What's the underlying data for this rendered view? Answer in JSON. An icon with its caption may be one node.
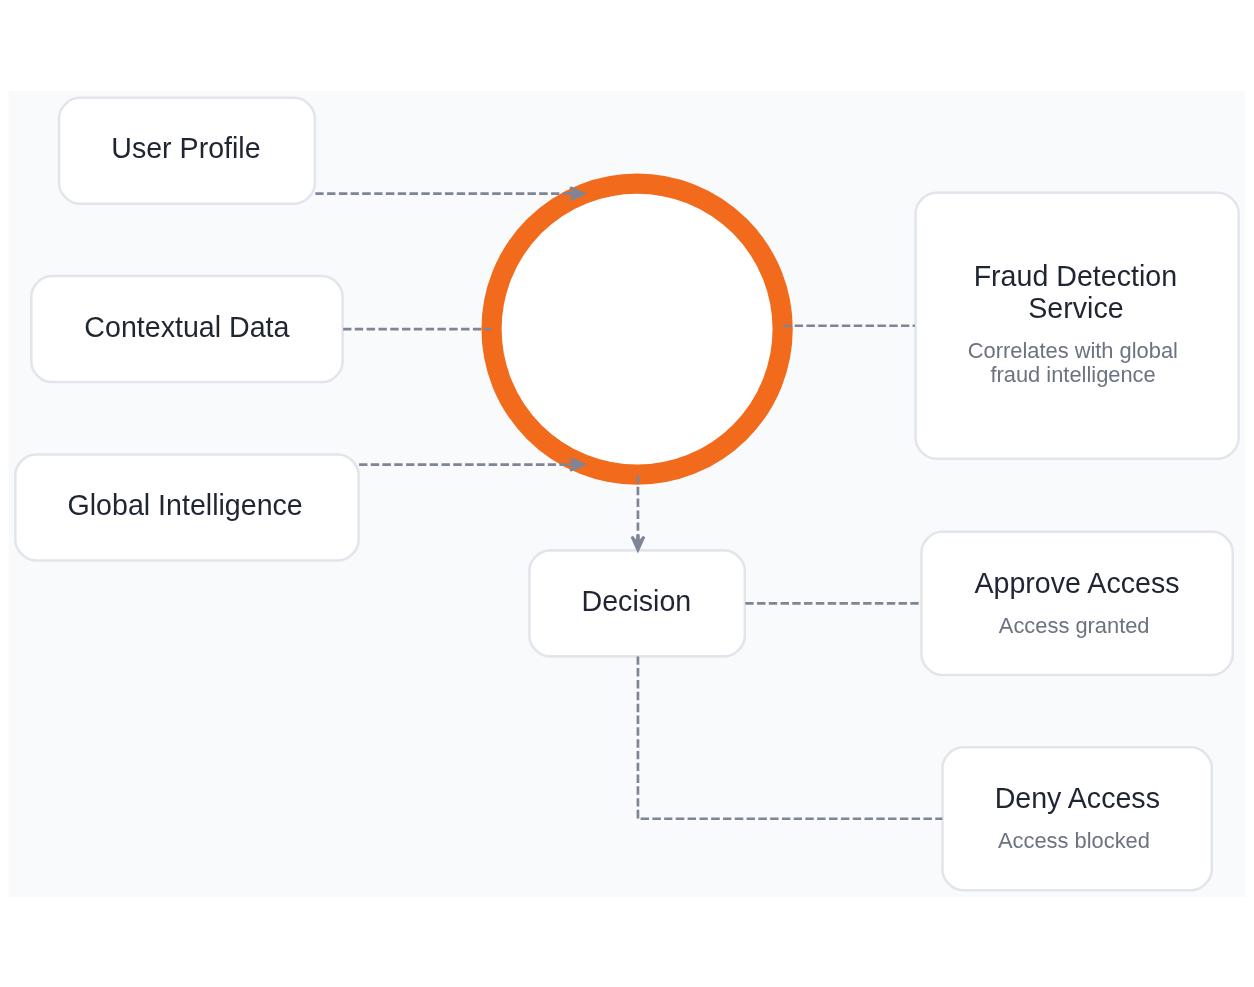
{
  "diagram": {
    "nodes": [
      {
        "text": [
          "User Profile"
        ]
      },
      {
        "text": [
          "Contextual Data"
        ]
      },
      {
        "text": [
          "Global Intelligence"
        ]
      },
      {
        "text": [],
        "shape": "circle"
      },
      {
        "text": [
          "Fraud Detection Service",
          "Correlates with global fraud intelligence"
        ]
      },
      {
        "text": [
          "Decision"
        ]
      },
      {
        "text": [
          "Approve Access",
          "Access granted"
        ]
      },
      {
        "text": [
          "Deny Access",
          "Access blocked"
        ]
      }
    ],
    "edges": [
      {
        "from": 0,
        "to": 3,
        "arrow": "to",
        "style": "dashed"
      },
      {
        "from": 1,
        "to": 3,
        "arrow": "none",
        "style": "dashed"
      },
      {
        "from": 2,
        "to": 3,
        "arrow": "to",
        "style": "dashed"
      },
      {
        "from": 3,
        "to": 4,
        "arrow": "none",
        "style": "dashed"
      },
      {
        "from": 3,
        "to": 5,
        "arrow": "to",
        "style": "dashed"
      },
      {
        "from": 5,
        "to": 6,
        "arrow": "none",
        "style": "dashed"
      },
      {
        "from": 5,
        "to": 7,
        "arrow": "none",
        "style": "dashed"
      }
    ]
  }
}
